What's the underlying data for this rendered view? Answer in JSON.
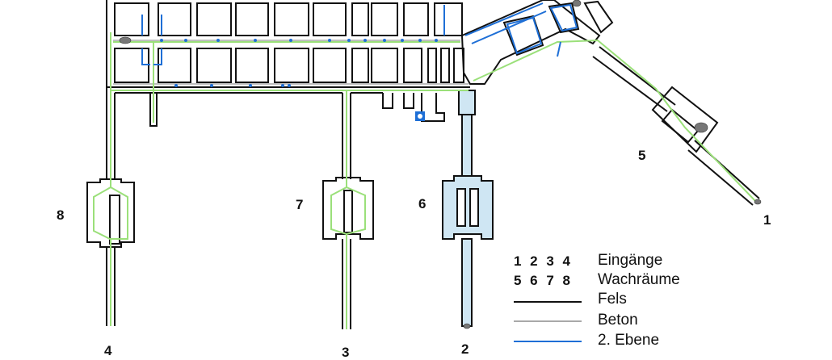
{
  "labels": {
    "entrance_1": "1",
    "entrance_2": "2",
    "entrance_3": "3",
    "entrance_4": "4",
    "guard_5": "5",
    "guard_6": "6",
    "guard_7": "7",
    "guard_8": "8"
  },
  "legend": {
    "entrances_numbers": "1 2 3 4",
    "entrances_label": "Eingänge",
    "guardrooms_numbers": "5 6 7 8",
    "guardrooms_label": "Wachräume",
    "rock_label": "Fels",
    "concrete_label": "Beton",
    "level2_label": "2. Ebene"
  },
  "colors": {
    "rock": "#111111",
    "concrete": "#a9a9a9",
    "level2": "#1e6fd6",
    "corridor_highlight": "#9be07a",
    "guardroom_6_fill": "#cfe6f3",
    "background": "#ffffff"
  }
}
